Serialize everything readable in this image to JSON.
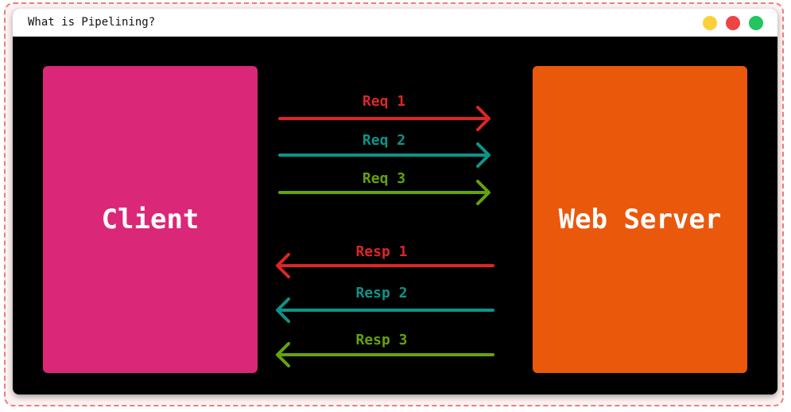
{
  "window": {
    "title": "What is Pipelining?"
  },
  "colors": {
    "client": "#db2777",
    "server": "#ea580c",
    "red": "#dc2626",
    "teal": "#0d9488",
    "green": "#65a30d",
    "dot_yellow": "#fbd13a",
    "dot_red": "#ef4444",
    "dot_green": "#22c55e"
  },
  "client": {
    "label": "Client"
  },
  "server": {
    "label": "Web Server"
  },
  "requests": [
    {
      "label": "Req 1",
      "color": "#dc2626"
    },
    {
      "label": "Req 2",
      "color": "#0d9488"
    },
    {
      "label": "Req 3",
      "color": "#65a30d"
    }
  ],
  "responses": [
    {
      "label": "Resp 1",
      "color": "#dc2626"
    },
    {
      "label": "Resp 2",
      "color": "#0d9488"
    },
    {
      "label": "Resp 3",
      "color": "#65a30d"
    }
  ]
}
